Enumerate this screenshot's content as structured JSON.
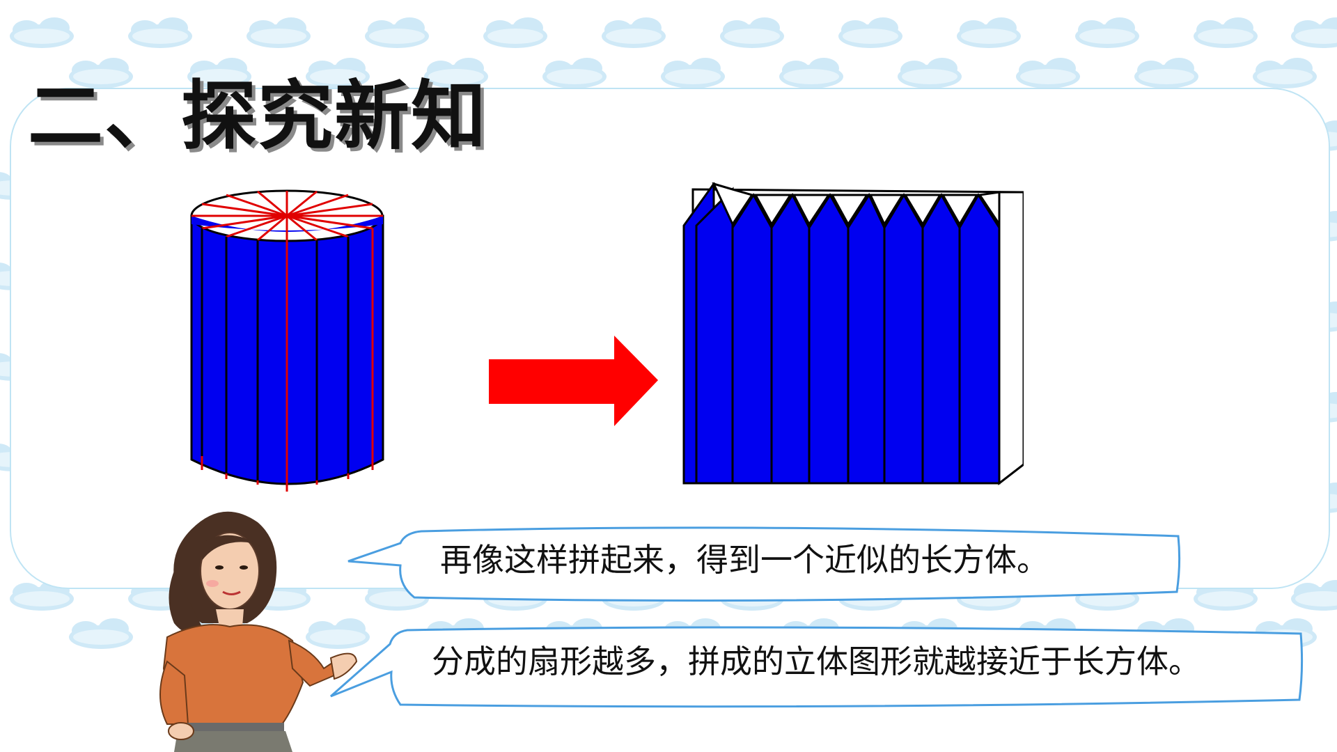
{
  "slide": {
    "title": "二、探究新知",
    "bubble1": "再像这样拼起来，得到一个近似的长方体。",
    "bubble2": "分成的扇形越多，拼成的立体图形就越接近于长方体。"
  },
  "colors": {
    "solid_blue": "#0000f0",
    "cut_lines": "#e00000",
    "arrow": "#ff0000",
    "bubble_border": "#4a9ee0",
    "cloud": "#cfe9f7"
  },
  "icons": [
    "cylinder-figure",
    "right-arrow-icon",
    "cuboid-figure",
    "teacher-illustration",
    "speech-bubble"
  ]
}
